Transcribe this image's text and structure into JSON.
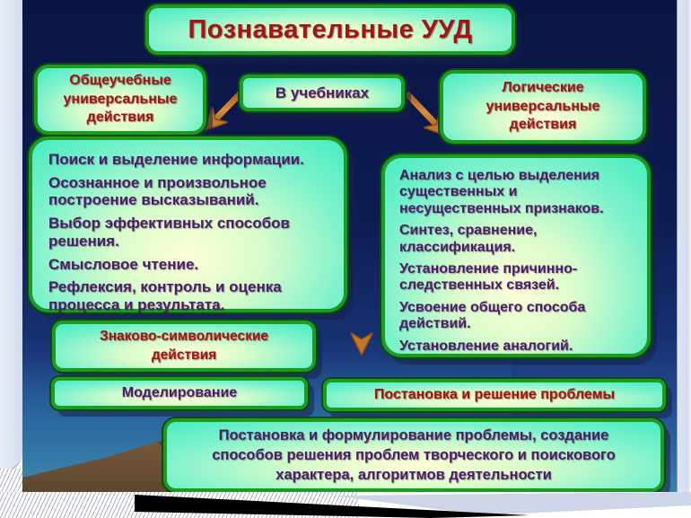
{
  "slide": {
    "title": "Познавательные УУД",
    "top_left_box": {
      "label": "Общеучебные универсальные действия"
    },
    "center_box": {
      "label": "В учебниках"
    },
    "top_right_box": {
      "label": "Логические универсальные действия"
    },
    "left_list": {
      "items": [
        "Поиск и выделение информации.",
        "Осознанное и произвольное построение высказываний.",
        "Выбор эффективных способов решения.",
        "Смысловое чтение.",
        "Рефлексия, контроль и оценка процесса и результата."
      ]
    },
    "right_list": {
      "items": [
        "Анализ с целью выделения существенных и несущественных признаков.",
        "Синтез, сравнение, классификация.",
        "Установление причинно-следственных связей.",
        "Усвоение общего способа действий.",
        "Установление аналогий."
      ]
    },
    "sign_symbolic_box": {
      "label": "Знаково-символические действия"
    },
    "modeling_box": {
      "label": "Моделирование"
    },
    "problem_box": {
      "label": "Постановка и решение проблемы"
    },
    "bottom_box": {
      "text": "Постановка и формулирование проблемы, создание способов решения проблем творческого и поискового характера, алгоритмов деятельности"
    }
  },
  "icons": {
    "arrow_down_left": "arrow pointing down-left from center box",
    "arrow_down_right": "arrow pointing down-right from center box",
    "arrow_down": "long arrow pointing down from center box"
  },
  "colors": {
    "slide_bg_top": "#0b1544",
    "slide_bg_bottom": "#3b82ad",
    "box_border_green": "#1d9a22",
    "box_fill_aqua": "#43ecc0",
    "box_fill_center": "#fdffd8",
    "title_red": "#a31414",
    "text_purple": "#4d1c66",
    "arrow_orange": "#c4772c",
    "mountain_brown": "#6e5238",
    "side_strip": "#d4dcf0",
    "wedge_blue": "#ccd6e6",
    "swoosh_black": "#000000"
  }
}
